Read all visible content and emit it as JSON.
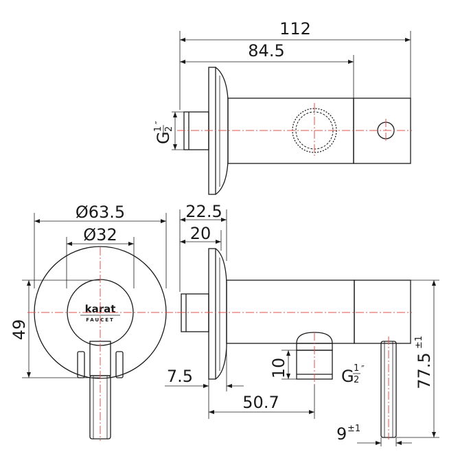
{
  "dimensions": {
    "overall_length": "112",
    "body_length": "84.5",
    "thread_top_main": "G",
    "thread_top_num": "1",
    "thread_top_den": "2",
    "thread_top_unit": "″",
    "flange_diameter": "Ø63.5",
    "hub_diameter": "Ø32",
    "flange_depth": "22.5",
    "flange_depth_inner": "20",
    "height_49": "49",
    "offset_7_5": "7.5",
    "outlet_distance": "50.7",
    "outlet_height": "10",
    "thread_outlet_main": "G",
    "thread_outlet_num": "1",
    "thread_outlet_den": "2",
    "thread_outlet_unit": "″",
    "handle_height": "77.5",
    "handle_height_tol": "±1",
    "handle_offset": "9",
    "handle_offset_tol": "±1"
  },
  "logo": {
    "brand": "karat",
    "sub": "FAUCET"
  }
}
